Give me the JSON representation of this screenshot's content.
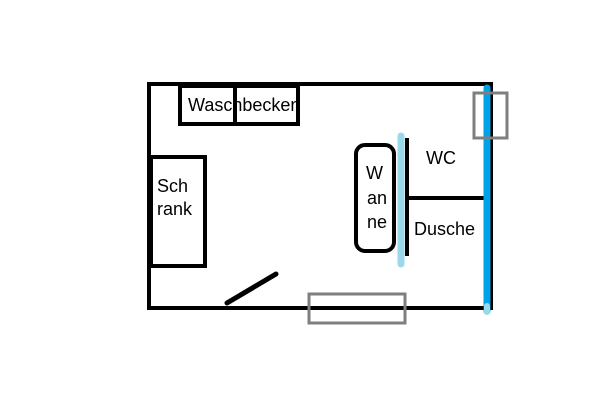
{
  "diagram": {
    "type": "floor-plan",
    "language": "German",
    "rooms_and_fixtures": {
      "sink": {
        "label": "Waschbecken",
        "units": 2
      },
      "wardrobe": {
        "label_lines": [
          "Sch",
          "rank"
        ]
      },
      "bathtub": {
        "label_lines": [
          "W",
          "an",
          "ne"
        ]
      },
      "toilet": {
        "label": "WC"
      },
      "shower": {
        "label": "Dusche"
      }
    },
    "elements": {
      "door": "door-swing",
      "windows": [
        "window-bottom",
        "window-right"
      ],
      "water_lines": [
        "blue-wall-line",
        "light-blue-curtain-line"
      ]
    },
    "colors": {
      "wall": "#000000",
      "window": "#7f7f7f",
      "blue_wall": "#00a2e8",
      "light_blue": "#99d9ea",
      "background": "#ffffff",
      "text": "#000000"
    }
  }
}
